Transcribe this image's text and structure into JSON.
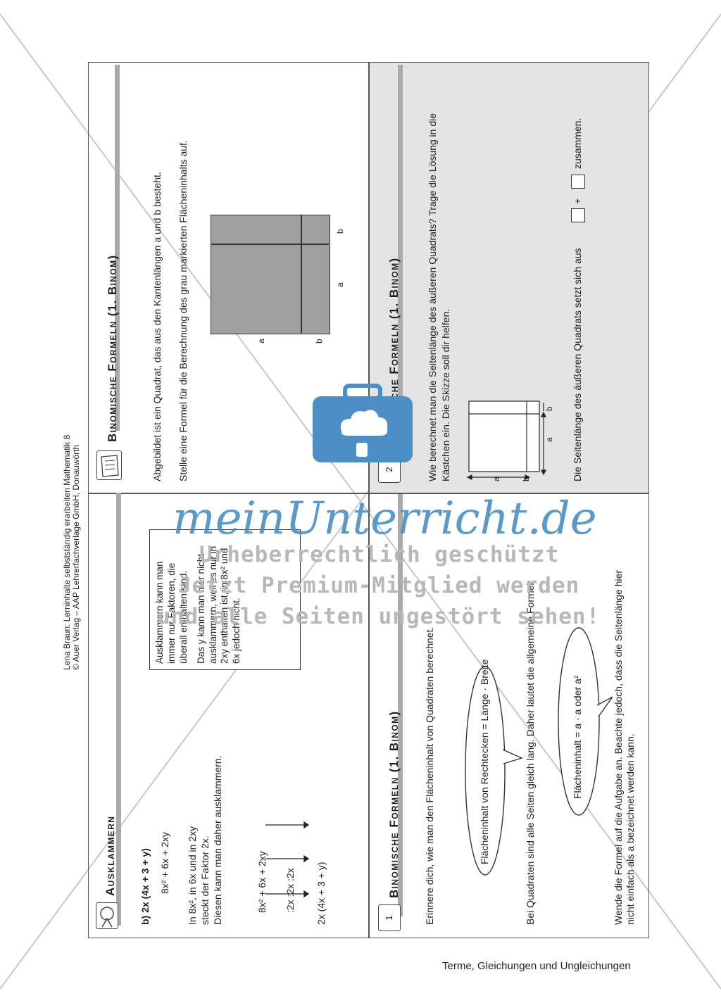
{
  "header": {
    "line1": "Lena Braun: Lerninhalte selbstständig erarbeiten Mathematik 8",
    "line2": "© Auer Verlag – AAP Lehrerfachverlage GmbH, Donauwörth"
  },
  "footer": {
    "text": "Terme, Gleichungen und Ungleichungen"
  },
  "watermark": {
    "brand": "meinUnterricht.de",
    "line1": "Urheberrechtlich geschützt",
    "line2": "Jetzt Premium-Mitglied werden",
    "line3": "und alle Seiten ungestört sehen!",
    "color": "#4b8fc6"
  },
  "card_ausklammern": {
    "title": "Ausklammern",
    "task": "b) 2x (4x + 3 + y)",
    "expr": "8x² + 6x + 2xy",
    "expl1": "In 8x², in 6x und in 2xy",
    "expl2": "steckt der Faktor 2x.",
    "expl3": "Diesen kann man daher ausklammern.",
    "row_top": "8x² + 6x + 2xy",
    "row_div": ":2x    :2x    :2x",
    "row_bottom": "2x (4x  +  3  +  y)",
    "note1": "Ausklammern kann man immer nur Faktoren, die überall enthalten sind.",
    "note2": "Das y kann man hier nicht ausklammern, weil es nur in 2xy enthalten ist, in 8x² und 6x jedoch nicht."
  },
  "card_binom_top": {
    "title": "Binomische Formeln (1. Binom)",
    "text1": "Abgebildet ist ein Quadrat, das aus den Kantenlängen a und b besteht.",
    "text2": "Stelle eine Formel für die Berechnung des grau markierten Flächeninhalts auf.",
    "label_a_side": "a",
    "label_b_side": "b",
    "label_a_bottom": "a",
    "label_b_bottom": "b"
  },
  "card_binom_1": {
    "number": "1",
    "title": "Binomische Formeln (1. Binom)",
    "text1": "Erinnere dich, wie man den Flächeninhalt von Quadraten berechnet.",
    "bubble1": "Flächeninhalt von Rechtecken = Länge · Breite",
    "text2": "Bei Quadraten sind alle Seiten gleich lang. Daher lautet die allgemeine Formel:",
    "bubble2": "Flächeninhalt = a · a oder a²",
    "text3": "Wende die Formel auf die Aufgabe an. Beachte jedoch, dass die Seitenlänge hier",
    "text4": "nicht einfach als a bezeichnet werden kann."
  },
  "card_binom_2": {
    "number": "2",
    "title": "Binomische Formeln (1. Binom)",
    "text1": "Wie berechnet man die Seitenlänge des äußeren Quadrats? Trage die Lösung in die",
    "text2": "Kästchen ein. Die Skizze soll dir helfen.",
    "label_a": "a",
    "label_b": "b",
    "label_a2": "a",
    "label_b2": "b",
    "answer_pre": "Die Seitenlänge des äußeren Quadrats setzt sich aus",
    "answer_plus": "+",
    "answer_post": "zusammen."
  }
}
